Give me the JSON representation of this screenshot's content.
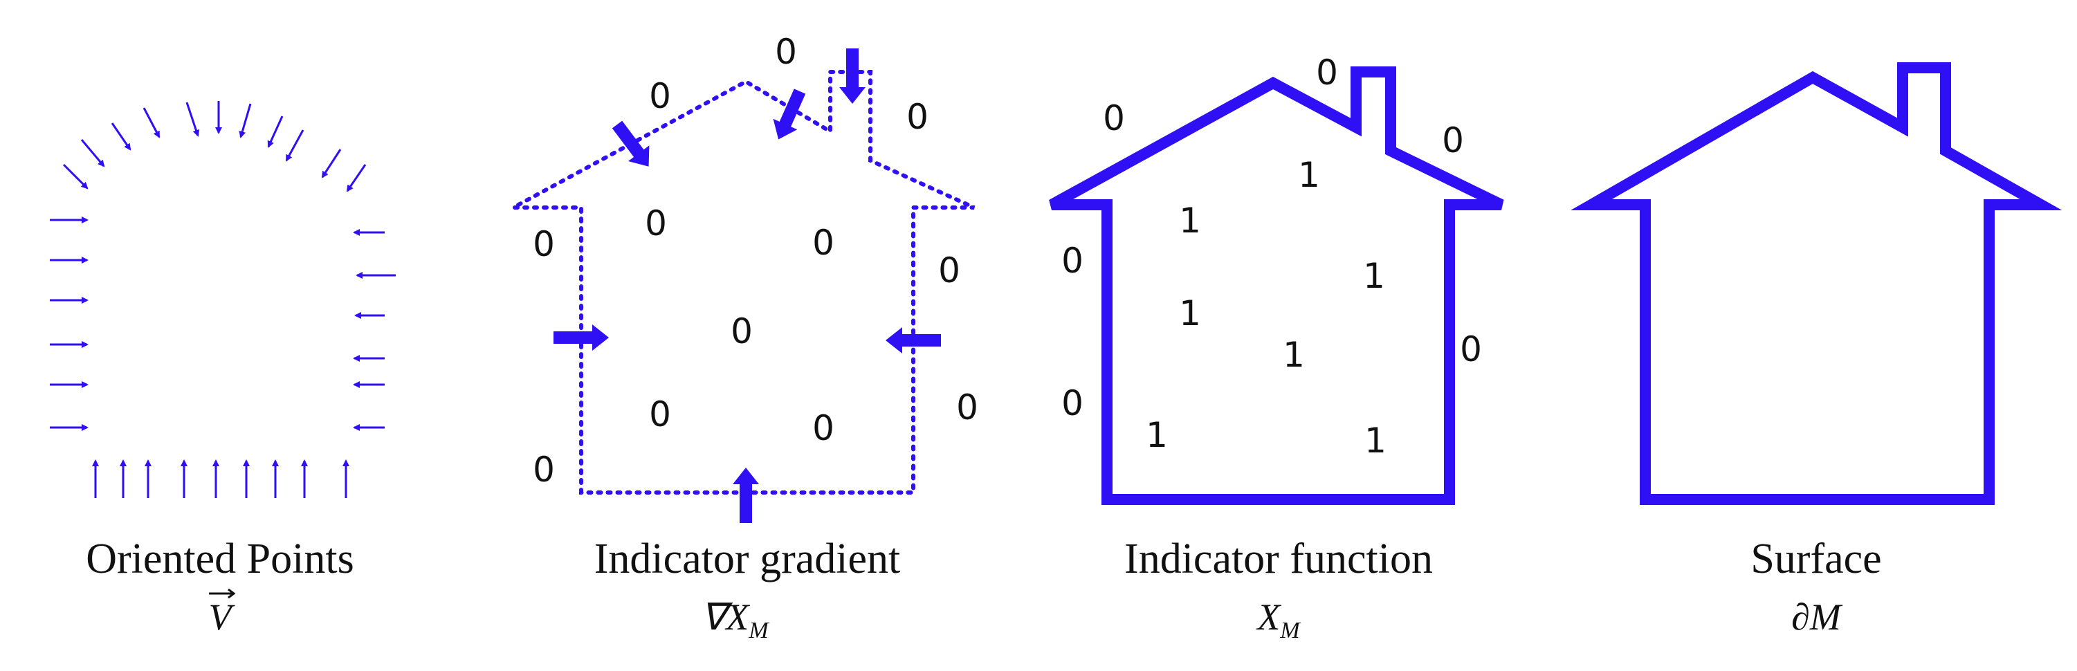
{
  "colors": {
    "accent": "#2f10f5",
    "text": "#111111",
    "background": "#ffffff"
  },
  "panels": [
    {
      "title": "Oriented Points",
      "symbol": "V",
      "symbol_decoration": "vector-arrow"
    },
    {
      "title": "Indicator gradient",
      "symbol": "∇X",
      "subscript": "M"
    },
    {
      "title": "Indicator function",
      "symbol": "X",
      "subscript": "M"
    },
    {
      "title": "Surface",
      "symbol": "∂M"
    }
  ],
  "gradient_labels": {
    "zero": "0"
  },
  "function_labels": {
    "outside": "0",
    "inside": "1"
  }
}
